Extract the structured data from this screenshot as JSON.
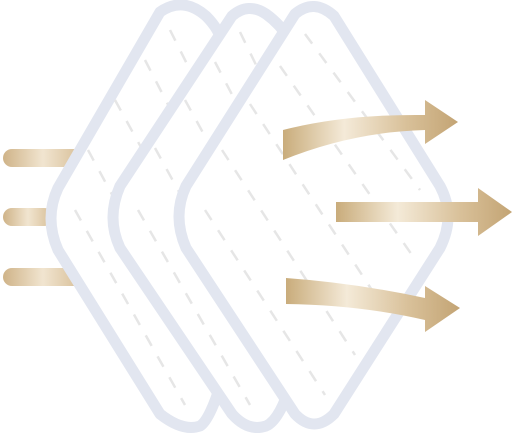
{
  "illustration": {
    "layers": [
      {
        "name": "filter-layer-1"
      },
      {
        "name": "filter-layer-2"
      },
      {
        "name": "filter-layer-3"
      }
    ],
    "colors": {
      "layer_stroke": "#e2e6f0",
      "layer_fill": "#ffffff",
      "dash": "#e6e6e6",
      "gold_light": "#f4ead8",
      "gold_mid": "#e3cfad",
      "gold_dark": "#c6a878"
    },
    "icons": {
      "input_streams": "input-stream-icon",
      "output_arrows": "arrow-right-icon"
    }
  }
}
